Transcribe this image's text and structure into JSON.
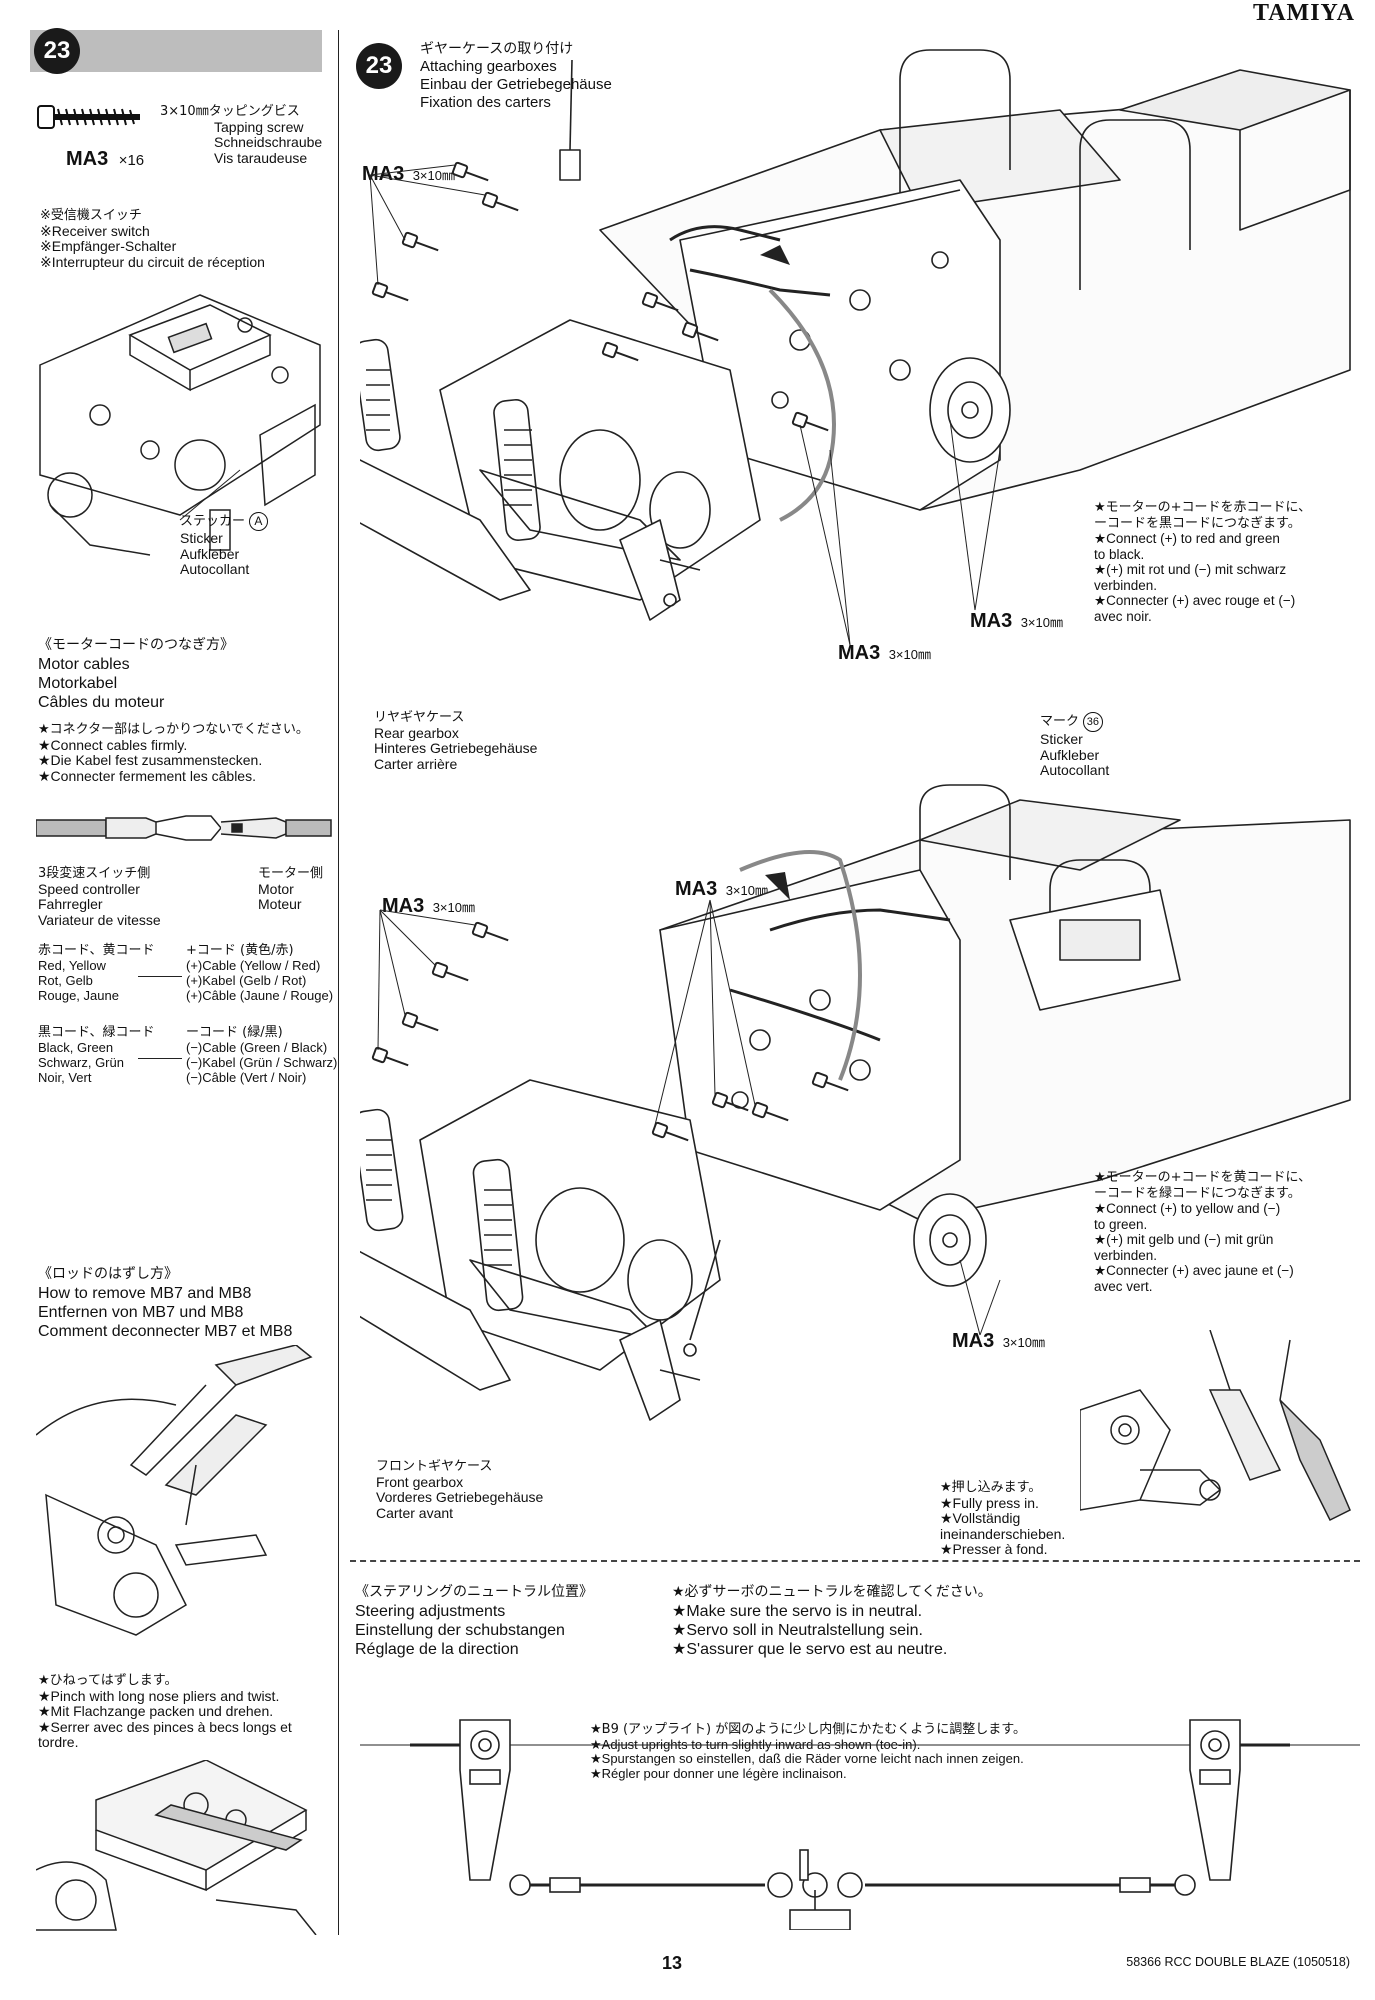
{
  "header": {
    "brand": "TAMIYA"
  },
  "left_column": {
    "step_number": "23",
    "screw": {
      "jp": "3×10㎜タッピングビス",
      "en": "Tapping screw",
      "de": "Schneidschraube",
      "fr": "Vis taraudeuse",
      "code": "MA3",
      "qty": "×16"
    },
    "receiver_switch": {
      "jp": "※受信機スイッチ",
      "en": "※Receiver switch",
      "de": "※Empfänger-Schalter",
      "fr": "※Interrupteur du circuit de réception"
    },
    "sticker_a": {
      "jp": "ステッカー",
      "mark": "A",
      "en": "Sticker",
      "de": "Aufkleber",
      "fr": "Autocollant"
    },
    "motor_cables": {
      "jp": "《モーターコードのつなぎ方》",
      "en": "Motor cables",
      "de": "Motorkabel",
      "fr": "Câbles du moteur",
      "note_jp": "★コネクター部はしっかりつないでください。",
      "note_en": "★Connect cables firmly.",
      "note_de": "★Die Kabel fest zusammenstecken.",
      "note_fr": "★Connecter fermement les câbles."
    },
    "speed_controller": {
      "jp": "3段変速スイッチ側",
      "en": "Speed controller",
      "de": "Fahrregler",
      "fr": "Variateur de vitesse"
    },
    "motor_side": {
      "jp": "モーター側",
      "en": "Motor",
      "fr": "Moteur"
    },
    "cable_map": [
      {
        "left_jp": "赤コード、黄コード",
        "left_en": "Red, Yellow",
        "left_de": "Rot, Gelb",
        "left_fr": "Rouge, Jaune",
        "right_jp": "+コード (黄色/赤)",
        "right_en": "(+)Cable (Yellow / Red)",
        "right_de": "(+)Kabel (Gelb / Rot)",
        "right_fr": "(+)Câble (Jaune / Rouge)"
      },
      {
        "left_jp": "黒コード、緑コード",
        "left_en": "Black, Green",
        "left_de": "Schwarz, Grün",
        "left_fr": "Noir, Vert",
        "right_jp": "ーコード (緑/黒)",
        "right_en": "(−)Cable (Green / Black)",
        "right_de": "(−)Kabel (Grün / Schwarz)",
        "right_fr": "(−)Câble (Vert / Noir)"
      }
    ],
    "rod_removal": {
      "jp": "《ロッドのはずし方》",
      "en": "How to remove MB7 and MB8",
      "de": "Entfernen von MB7 und MB8",
      "fr": "Comment deconnecter MB7 et MB8",
      "note_jp": "★ひねってはずします。",
      "note_en": "★Pinch with long nose pliers and twist.",
      "note_de": "★Mit Flachzange packen und drehen.",
      "note_fr1": "★Serrer avec des pinces à becs longs et",
      "note_fr2": "tordre."
    }
  },
  "main": {
    "step_number": "23",
    "title_jp": "ギヤーケースの取り付け",
    "title_en": "Attaching gearboxes",
    "title_de": "Einbau der Getriebegehäuse",
    "title_fr": "Fixation des carters",
    "screw_code": "MA3",
    "screw_size": "3×10㎜",
    "rear_gearbox": {
      "jp": "リヤギヤケース",
      "en": "Rear gearbox",
      "de": "Hinteres Getriebegehäuse",
      "fr": "Carter arrière"
    },
    "rear_motor_note": {
      "jp1": "★モーターの+コードを赤コードに、",
      "jp2": "ーコードを黒コードにつなぎます。",
      "en1": "★Connect (+) to red and green",
      "en2": "to black.",
      "de1": "★(+) mit rot und (−) mit schwarz",
      "de2": "verbinden.",
      "fr1": "★Connecter (+) avec rouge et (−)",
      "fr2": "avec noir."
    },
    "mark36": {
      "jp": "マーク",
      "mark": "36",
      "en": "Sticker",
      "de": "Aufkleber",
      "fr": "Autocollant"
    },
    "front_motor_note": {
      "jp1": "★モーターの+コードを黄コードに、",
      "jp2": "ーコードを緑コードにつなぎます。",
      "en1": "★Connect (+) to yellow and (−)",
      "en2": "to green.",
      "de1": "★(+) mit gelb und (−) mit grün",
      "de2": "verbinden.",
      "fr1": "★Connecter (+) avec jaune et (−)",
      "fr2": "avec vert."
    },
    "front_gearbox": {
      "jp": "フロントギヤケース",
      "en": "Front gearbox",
      "de": "Vorderes Getriebegehäuse",
      "fr": "Carter avant"
    },
    "press_in": {
      "jp": "★押し込みます。",
      "en": "★Fully press in.",
      "de1": "★Vollständig",
      "de2": "ineinanderschieben.",
      "fr": "★Presser à fond."
    }
  },
  "steering": {
    "title_jp": "《ステアリングのニュートラル位置》",
    "title_en": "Steering adjustments",
    "title_de": "Einstellung der schubstangen",
    "title_fr": "Réglage de la direction",
    "servo_jp": "★必ずサーボのニュートラルを確認してください。",
    "servo_en": "★Make sure the servo is in neutral.",
    "servo_de": "★Servo soll in Neutralstellung sein.",
    "servo_fr": "★S'assurer que le servo est au neutre.",
    "toe_jp": "★B9 (アップライト) が図のように少し内側にかたむくように調整します。",
    "toe_en": "★Adjust uprights to turn slightly inward as shown (toe-in).",
    "toe_de": "★Spurstangen so einstellen, daß die Räder vorne leicht nach innen zeigen.",
    "toe_fr": "★Régler pour donner une légère inclinaison."
  },
  "footer": {
    "page_number": "13",
    "code": "58366 RCC DOUBLE BLAZE (1050518)"
  }
}
